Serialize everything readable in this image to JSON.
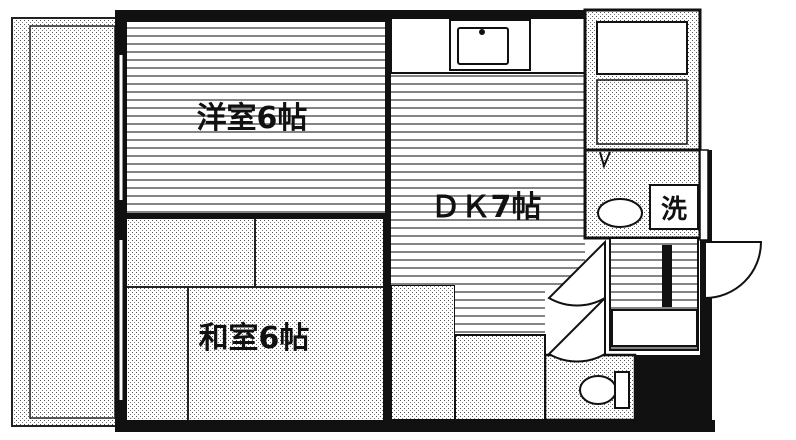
{
  "rooms": {
    "western_room": "洋室6帖",
    "japanese_room": "和室6帖",
    "dining_kitchen": "ＤＫ7帖",
    "washer_space": "洗"
  }
}
